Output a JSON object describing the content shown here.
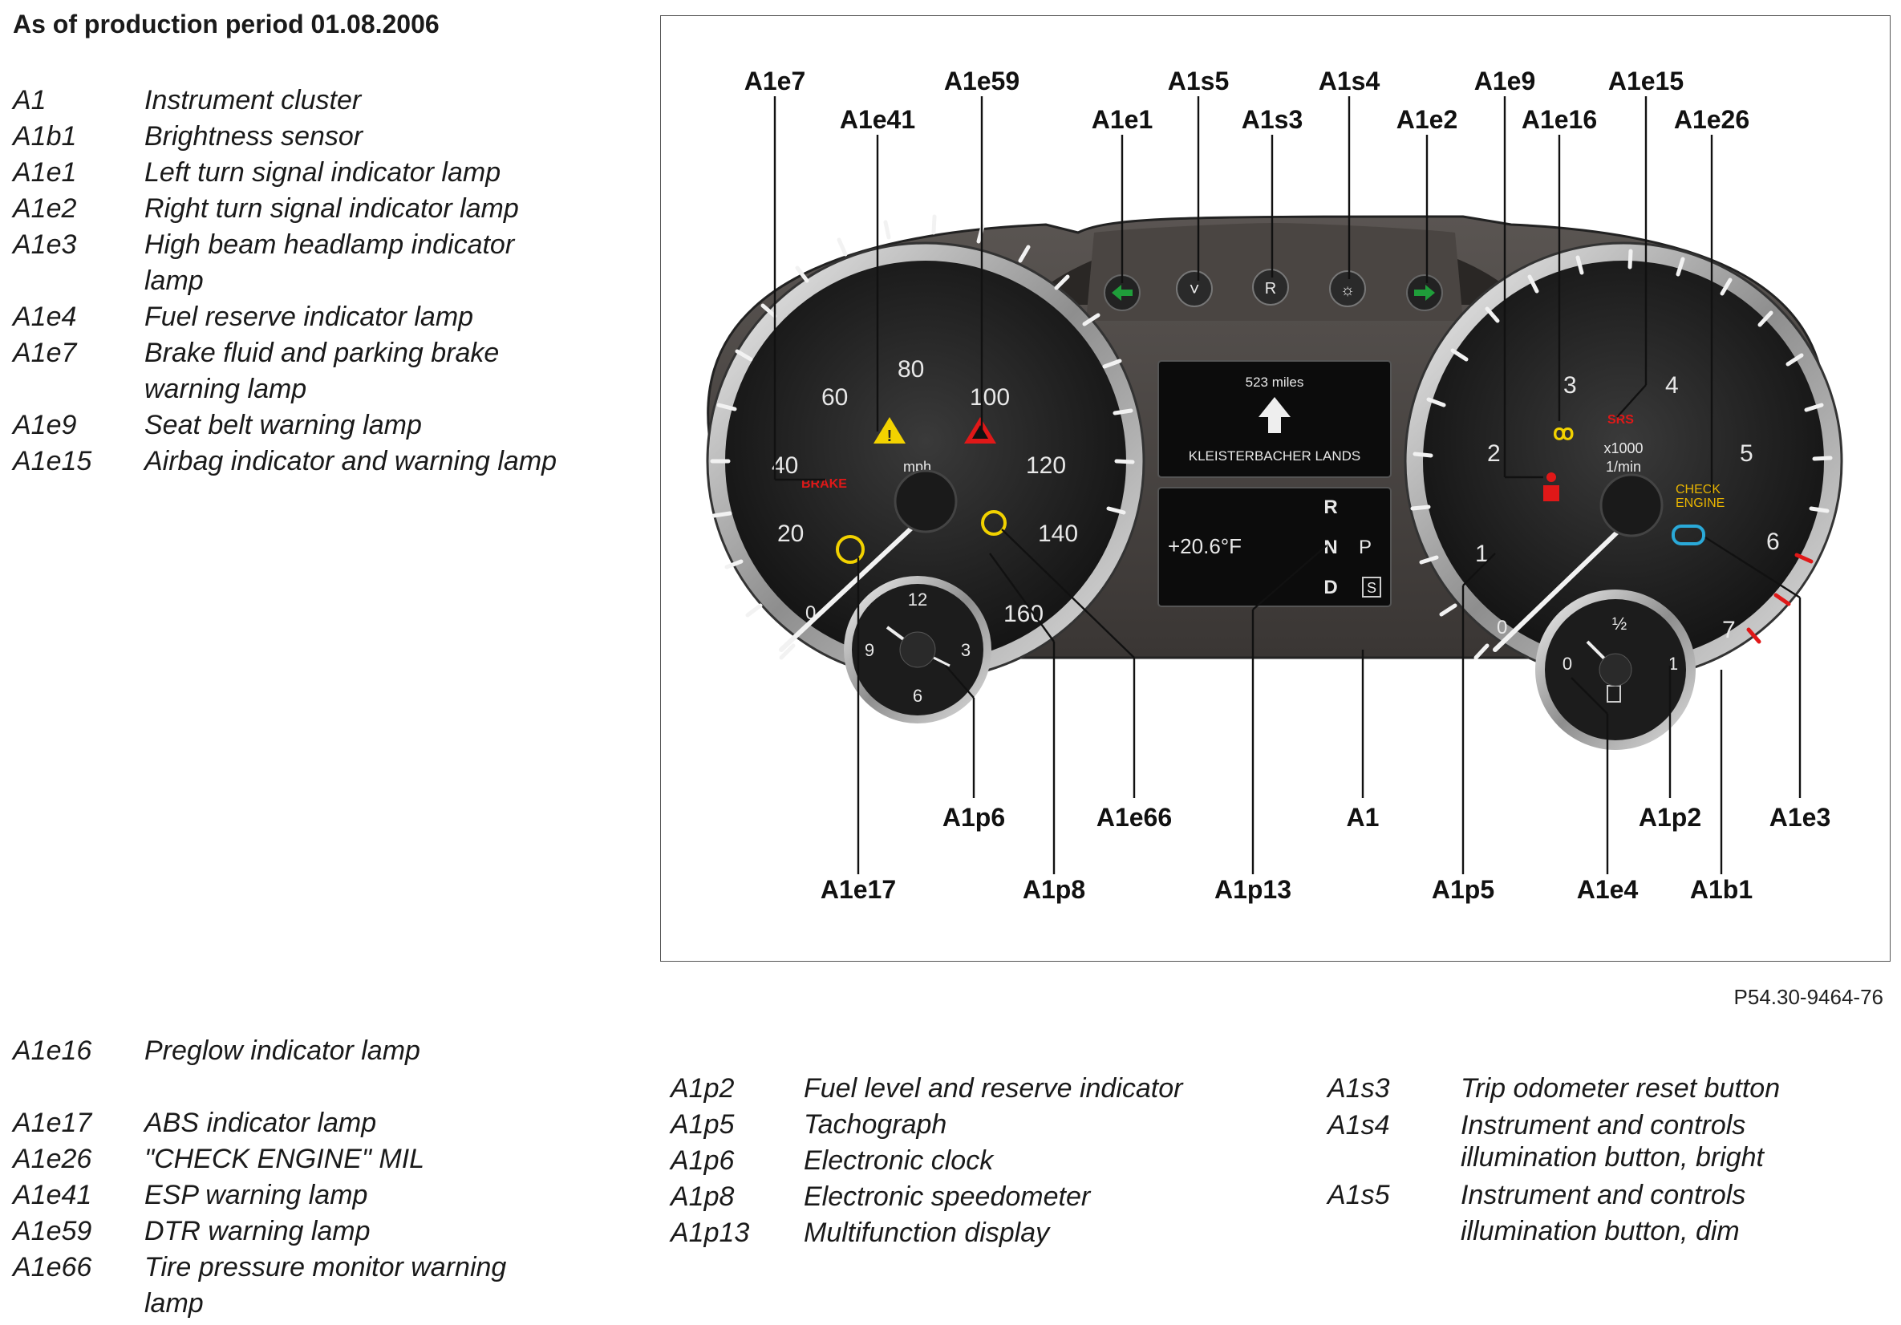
{
  "heading": "As of production period 01.08.2006",
  "legend_primary": [
    {
      "code": "A1",
      "desc": "Instrument cluster"
    },
    {
      "code": "A1b1",
      "desc": "Brightness sensor"
    },
    {
      "code": "A1e1",
      "desc": "Left turn signal indicator lamp"
    },
    {
      "code": "A1e2",
      "desc": "Right turn signal indicator lamp"
    },
    {
      "code": "A1e3",
      "desc": "High beam headlamp indicator lamp"
    },
    {
      "code": "A1e4",
      "desc": "Fuel reserve indicator lamp"
    },
    {
      "code": "A1e7",
      "desc": "Brake fluid and parking brake warning lamp"
    },
    {
      "code": "A1e9",
      "desc": "Seat belt warning lamp"
    },
    {
      "code": "A1e15",
      "desc": "Airbag indicator and warning lamp"
    }
  ],
  "legend_secondary": [
    {
      "code": "A1e16",
      "desc": "Preglow indicator lamp"
    },
    {
      "code": "A1e17",
      "desc": "ABS indicator lamp"
    },
    {
      "code": "A1e26",
      "desc": "\"CHECK ENGINE\" MIL"
    },
    {
      "code": "A1e41",
      "desc": "ESP warning lamp"
    },
    {
      "code": "A1e59",
      "desc": "DTR warning lamp"
    },
    {
      "code": "A1e66",
      "desc": "Tire pressure monitor warning lamp"
    }
  ],
  "legend_gauges": [
    {
      "code": "A1p2",
      "desc": "Fuel level and reserve indicator"
    },
    {
      "code": "A1p5",
      "desc": "Tachograph"
    },
    {
      "code": "A1p6",
      "desc": "Electronic clock"
    },
    {
      "code": "A1p8",
      "desc": "Electronic speedometer"
    },
    {
      "code": "A1p13",
      "desc": "Multifunction display"
    }
  ],
  "legend_switches": [
    {
      "code": "A1s3",
      "desc": "Trip odometer reset button"
    },
    {
      "code": "A1s4",
      "desc": "Instrument and controls illumination button, bright"
    },
    {
      "code": "A1s5",
      "desc": "Instrument and controls illumination button, dim"
    }
  ],
  "figure": {
    "ref": "P54.30-9464-76",
    "callouts_top": [
      "A1e7",
      "A1e59",
      "A1s5",
      "A1s4",
      "A1e9",
      "A1e15",
      "A1e41",
      "A1e1",
      "A1s3",
      "A1e2",
      "A1e16",
      "A1e26"
    ],
    "callouts_bottom": [
      "A1p6",
      "A1e66",
      "A1",
      "A1p2",
      "A1e3",
      "A1e17",
      "A1p8",
      "A1p13",
      "A1p5",
      "A1e4",
      "A1b1"
    ],
    "speedo_labels": [
      "20",
      "40",
      "60",
      "80",
      "100",
      "120",
      "140",
      "160",
      "mph",
      "0"
    ],
    "clock_labels": [
      "12",
      "3",
      "6",
      "9"
    ],
    "tacho_labels": [
      "1",
      "2",
      "3",
      "4",
      "5",
      "6",
      "7",
      "0",
      "x1000",
      "1/min"
    ],
    "fuel_labels": [
      "½",
      "1",
      "0"
    ],
    "display": {
      "distance": "523 miles",
      "street": "KLEISTERBACHER LANDS",
      "temperature": "+20.6°F",
      "gears": [
        "R",
        "N",
        "D"
      ],
      "park": "P",
      "sport": "S"
    },
    "lamp_text": {
      "brake": "BRAKE",
      "srs": "SRS",
      "check_engine_1": "CHECK",
      "check_engine_2": "ENGINE",
      "button_r": "R"
    },
    "colors": {
      "lamp_red": "#e01818",
      "lamp_yellow": "#f2d200",
      "lamp_green": "#1f9e3a",
      "lamp_blue": "#2aa9d8",
      "lamp_orange": "#e8b400"
    }
  }
}
